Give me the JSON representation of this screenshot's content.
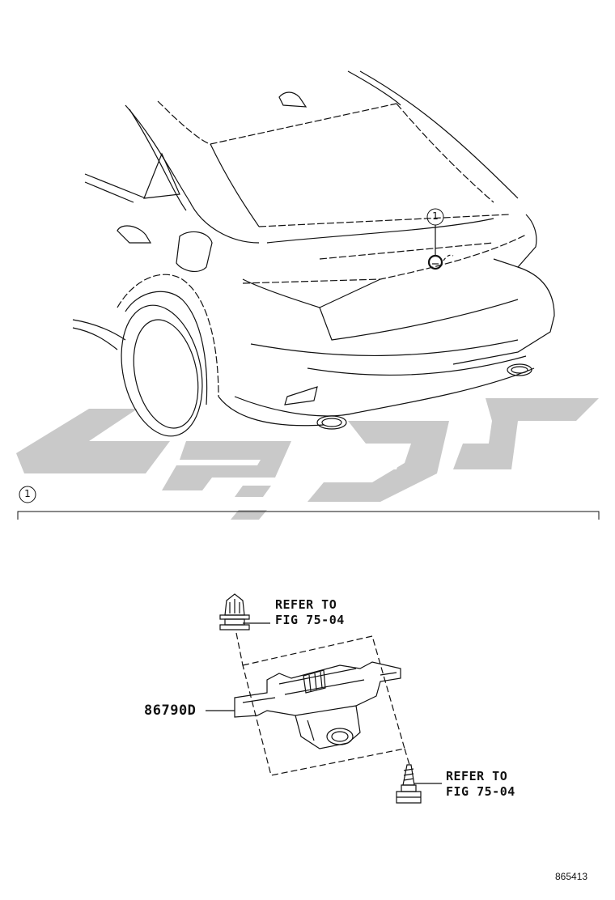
{
  "diagram": {
    "illustration_number": "865413",
    "callout": "1",
    "section_marker": "1",
    "part_number": "86790D",
    "refer_top": {
      "line1": "REFER TO",
      "line2": "FIG 75-04"
    },
    "refer_bottom": {
      "line1": "REFER TO",
      "line2": "FIG 75-04"
    },
    "watermark_color": "#c9c9c9",
    "line_color": "#111111"
  }
}
